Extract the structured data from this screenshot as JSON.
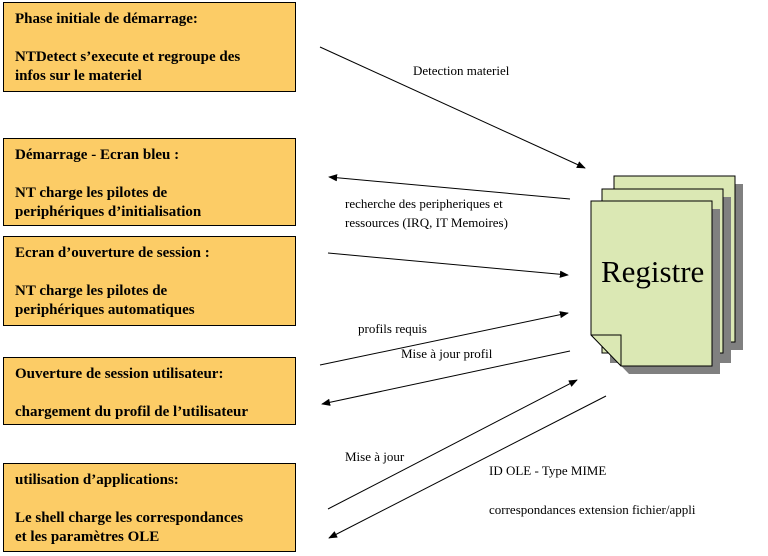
{
  "boxes": [
    {
      "title": "Phase initiale de démarrage:",
      "lines": [
        "NTDetect s’execute et regroupe des",
        "infos sur le materiel"
      ]
    },
    {
      "title": "Démarrage - Ecran bleu :",
      "lines": [
        "NT charge les pilotes de",
        "periphériques d’initialisation"
      ]
    },
    {
      "title": "Ecran d’ouverture de session :",
      "lines": [
        "NT charge les pilotes de",
        "periphériques automatiques"
      ]
    },
    {
      "title": "Ouverture de session utilisateur:",
      "lines": [
        "chargement du profil de l’utilisateur"
      ]
    },
    {
      "title": "utilisation d’applications:",
      "lines": [
        "Le shell charge les correspondances",
        "et les paramètres OLE"
      ]
    }
  ],
  "labels": {
    "detection": "Detection materiel",
    "recherche1": "recherche des peripheriques et",
    "recherche2": "ressources (IRQ, IT Memoires)",
    "profils": "profils requis",
    "maj_profil": "Mise à jour profil",
    "maj": "Mise à jour",
    "ole": "ID OLE - Type MIME",
    "corresp": "correspondances extension fichier/appli"
  },
  "registry": {
    "label": "Registre"
  },
  "colors": {
    "box": "#fccc66",
    "registry": "#dbe8b4",
    "shadow": "#808080"
  }
}
